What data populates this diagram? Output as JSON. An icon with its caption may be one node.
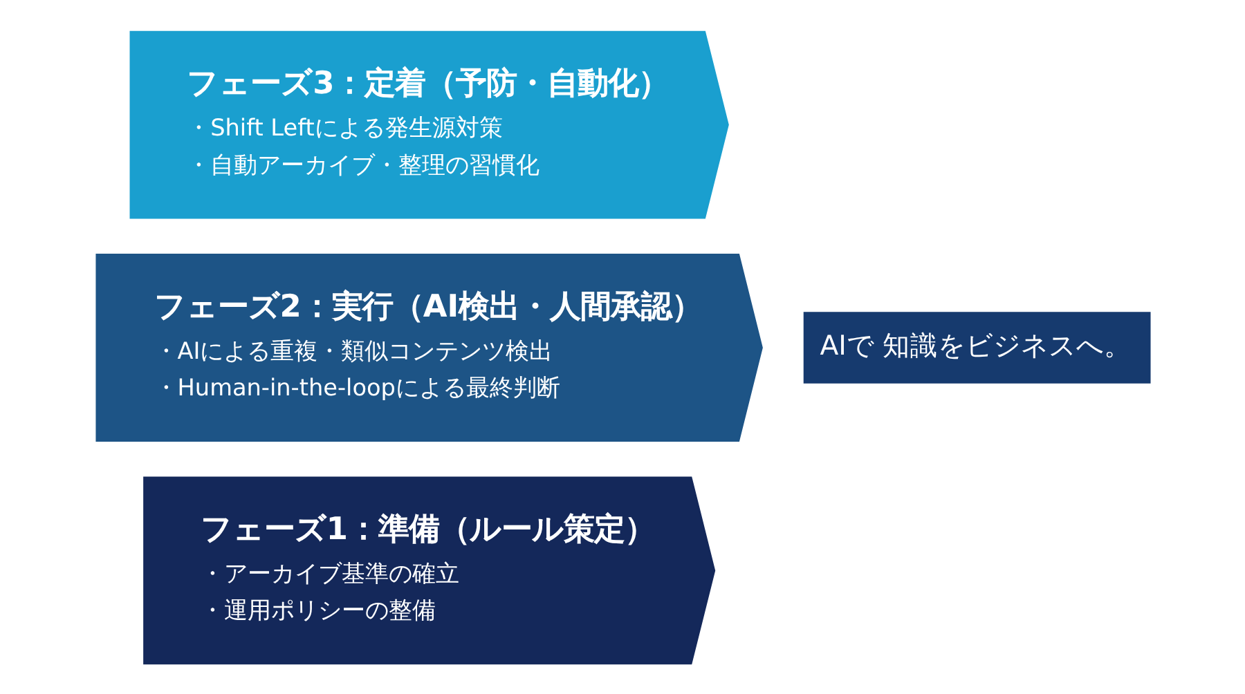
{
  "diagram": {
    "nodes": [
      {
        "text": [
          "フェーズ1：準備（ルール策定）",
          "・アーカイブ基準の確立",
          "・運用ポリシーの整備"
        ]
      },
      {
        "text": [
          "フェーズ2：実行（AI検出・人間承認）",
          "・AIによる重複・類似コンテンツ検出",
          "・Human-in-the-loopによる最終判断"
        ]
      },
      {
        "text": [
          "フェーズ3：定着（予防・自動化）",
          "・Shift Leftによる発生源対策",
          "・自動アーカイブ・整理の習慣化"
        ]
      }
    ],
    "edges": [],
    "labels": [
      "AIで 知識をビジネスへ。"
    ]
  }
}
